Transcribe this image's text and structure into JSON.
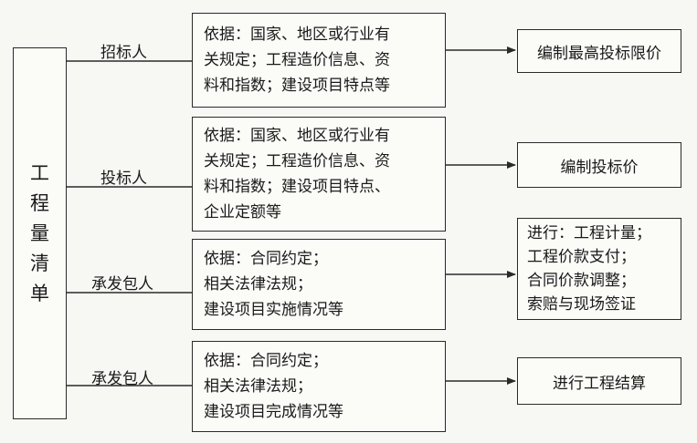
{
  "source": {
    "chars": [
      "工",
      "程",
      "量",
      "清",
      "单"
    ]
  },
  "rows": [
    {
      "label": "招标人",
      "basis": [
        "依据：国家、地区或行业有",
        "关规定；工程造价信息、资",
        "料和指数；建设项目特点等"
      ],
      "result": [
        "编制最高投标限价"
      ]
    },
    {
      "label": "投标人",
      "basis": [
        "依据：国家、地区或行业有",
        "关规定；工程造价信息、资",
        "料和指数；建设项目特点、",
        "企业定额等"
      ],
      "result": [
        "编制投标价"
      ]
    },
    {
      "label": "承发包人",
      "basis": [
        "依据：合同约定；",
        "相关法律法规；",
        "建设项目实施情况等"
      ],
      "result": [
        "进行：工程计量；",
        "工程价款支付；",
        "合同价款调整；",
        "索赔与现场签证"
      ]
    },
    {
      "label": "承发包人",
      "basis": [
        "依据：合同约定；",
        "相关法律法规；",
        "建设项目完成情况等"
      ],
      "result": [
        "进行工程结算"
      ]
    }
  ]
}
